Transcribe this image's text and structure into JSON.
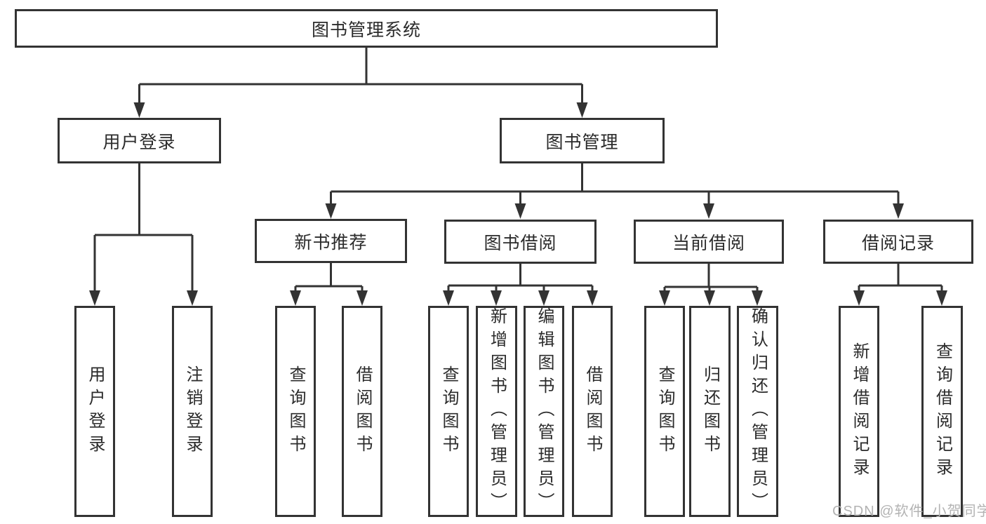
{
  "diagram": {
    "type": "hierarchy-tree",
    "title": "图书管理系统"
  },
  "nodes": {
    "root": "图书管理系统",
    "user_login": "用户登录",
    "book_management": "图书管理",
    "new_book_recommend": "新书推荐",
    "book_borrowing": "图书借阅",
    "current_borrowing": "当前借阅",
    "borrowing_records": "借阅记录",
    "leaf_user_login": "用户登录",
    "leaf_logout": "注销登录",
    "leaf_nbr_query_books": "查询图书",
    "leaf_nbr_borrow_books": "借阅图书",
    "leaf_bb_query_books": "查询图书",
    "leaf_bb_add_books": "新增图书（管理员）",
    "leaf_bb_edit_books": "编辑图书（管理员）",
    "leaf_bb_borrow_books": "借阅图书",
    "leaf_cb_query_books": "查询图书",
    "leaf_cb_return_books": "归还图书",
    "leaf_cb_confirm_return": "确认归还（管理员）",
    "leaf_br_add_record": "新增借阅记录",
    "leaf_br_query_record": "查询借阅记录"
  },
  "hierarchy": {
    "图书管理系统": {
      "用户登录": [
        "用户登录",
        "注销登录"
      ],
      "图书管理": {
        "新书推荐": [
          "查询图书",
          "借阅图书"
        ],
        "图书借阅": [
          "查询图书",
          "新增图书（管理员）",
          "编辑图书（管理员）",
          "借阅图书"
        ],
        "当前借阅": [
          "查询图书",
          "归还图书",
          "确认归还（管理员）"
        ],
        "借阅记录": [
          "新增借阅记录",
          "查询借阅记录"
        ]
      }
    }
  },
  "watermark": "CSDN @软件_小贺同学",
  "colors": {
    "line": "#333333",
    "box_border": "#333333",
    "box_fill": "#ffffff",
    "text": "#2b2b2b",
    "watermark": "#b3b3b3",
    "background": "#ffffff"
  }
}
